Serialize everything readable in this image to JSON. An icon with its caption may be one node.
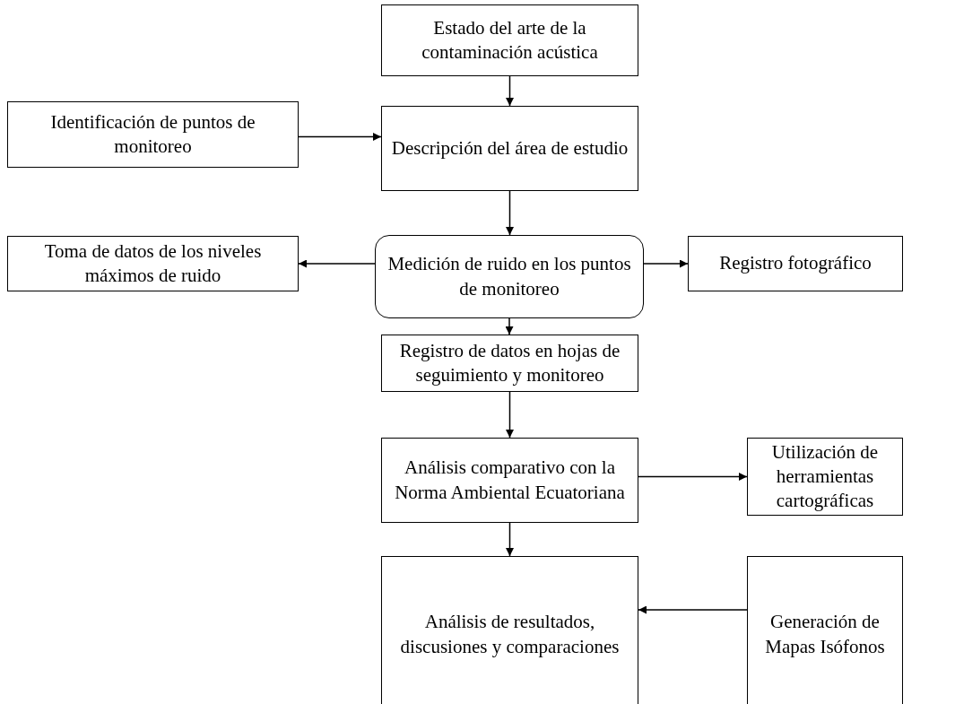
{
  "diagram": {
    "nodes": [
      {
        "text": [
          "Estado del arte de la contaminación acústica"
        ]
      },
      {
        "text": [
          "Identificación de puntos de monitoreo"
        ]
      },
      {
        "text": [
          "Descripción del área de estudio"
        ]
      },
      {
        "text": [
          "Toma de datos de los niveles máximos de ruido"
        ]
      },
      {
        "text": [
          "Medición de ruido en los puntos de monitoreo"
        ]
      },
      {
        "text": [
          "Registro fotográfico"
        ]
      },
      {
        "text": [
          "Registro de datos en hojas de seguimiento y monitoreo"
        ]
      },
      {
        "text": [
          "Análisis comparativo con la Norma Ambiental Ecuatoriana"
        ]
      },
      {
        "text": [
          "Utilización de herramientas cartográficas"
        ]
      },
      {
        "text": [
          "Análisis de resultados, discusiones y comparaciones"
        ]
      },
      {
        "text": [
          "Generación de Mapas Isófonos"
        ]
      }
    ],
    "edges": [
      {
        "from": 0,
        "to": 2,
        "arrow": "to"
      },
      {
        "from": 1,
        "to": 2,
        "arrow": "to"
      },
      {
        "from": 2,
        "to": 4,
        "arrow": "to"
      },
      {
        "from": 4,
        "to": 3,
        "arrow": "to"
      },
      {
        "from": 4,
        "to": 5,
        "arrow": "to"
      },
      {
        "from": 4,
        "to": 6,
        "arrow": "to"
      },
      {
        "from": 6,
        "to": 7,
        "arrow": "to"
      },
      {
        "from": 7,
        "to": 8,
        "arrow": "to"
      },
      {
        "from": 7,
        "to": 9,
        "arrow": "to"
      },
      {
        "from": 10,
        "to": 9,
        "arrow": "to"
      }
    ]
  }
}
